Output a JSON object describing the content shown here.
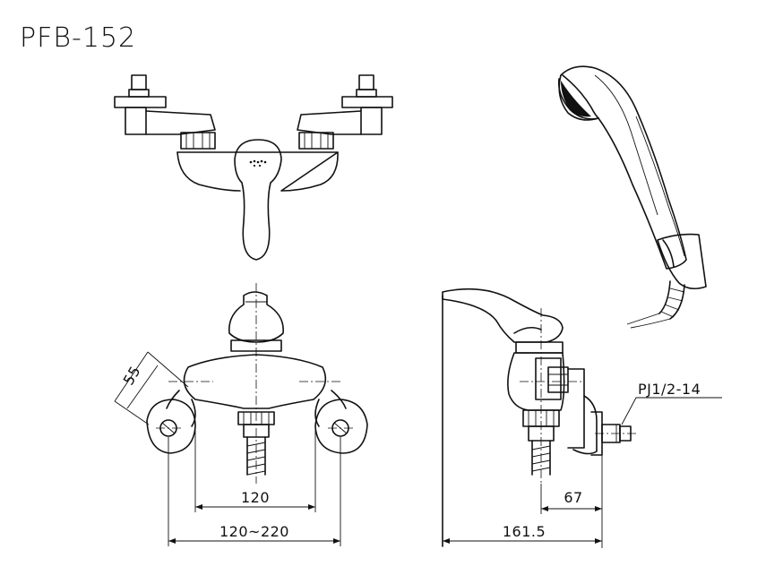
{
  "title": "PFB-152",
  "dimensions": {
    "handle_offset": "55",
    "inlet_spacing": "120",
    "inlet_range": "120~220",
    "wall_to_outlet": "67",
    "depth": "161.5",
    "thread_label": "PJ1/2-14"
  }
}
